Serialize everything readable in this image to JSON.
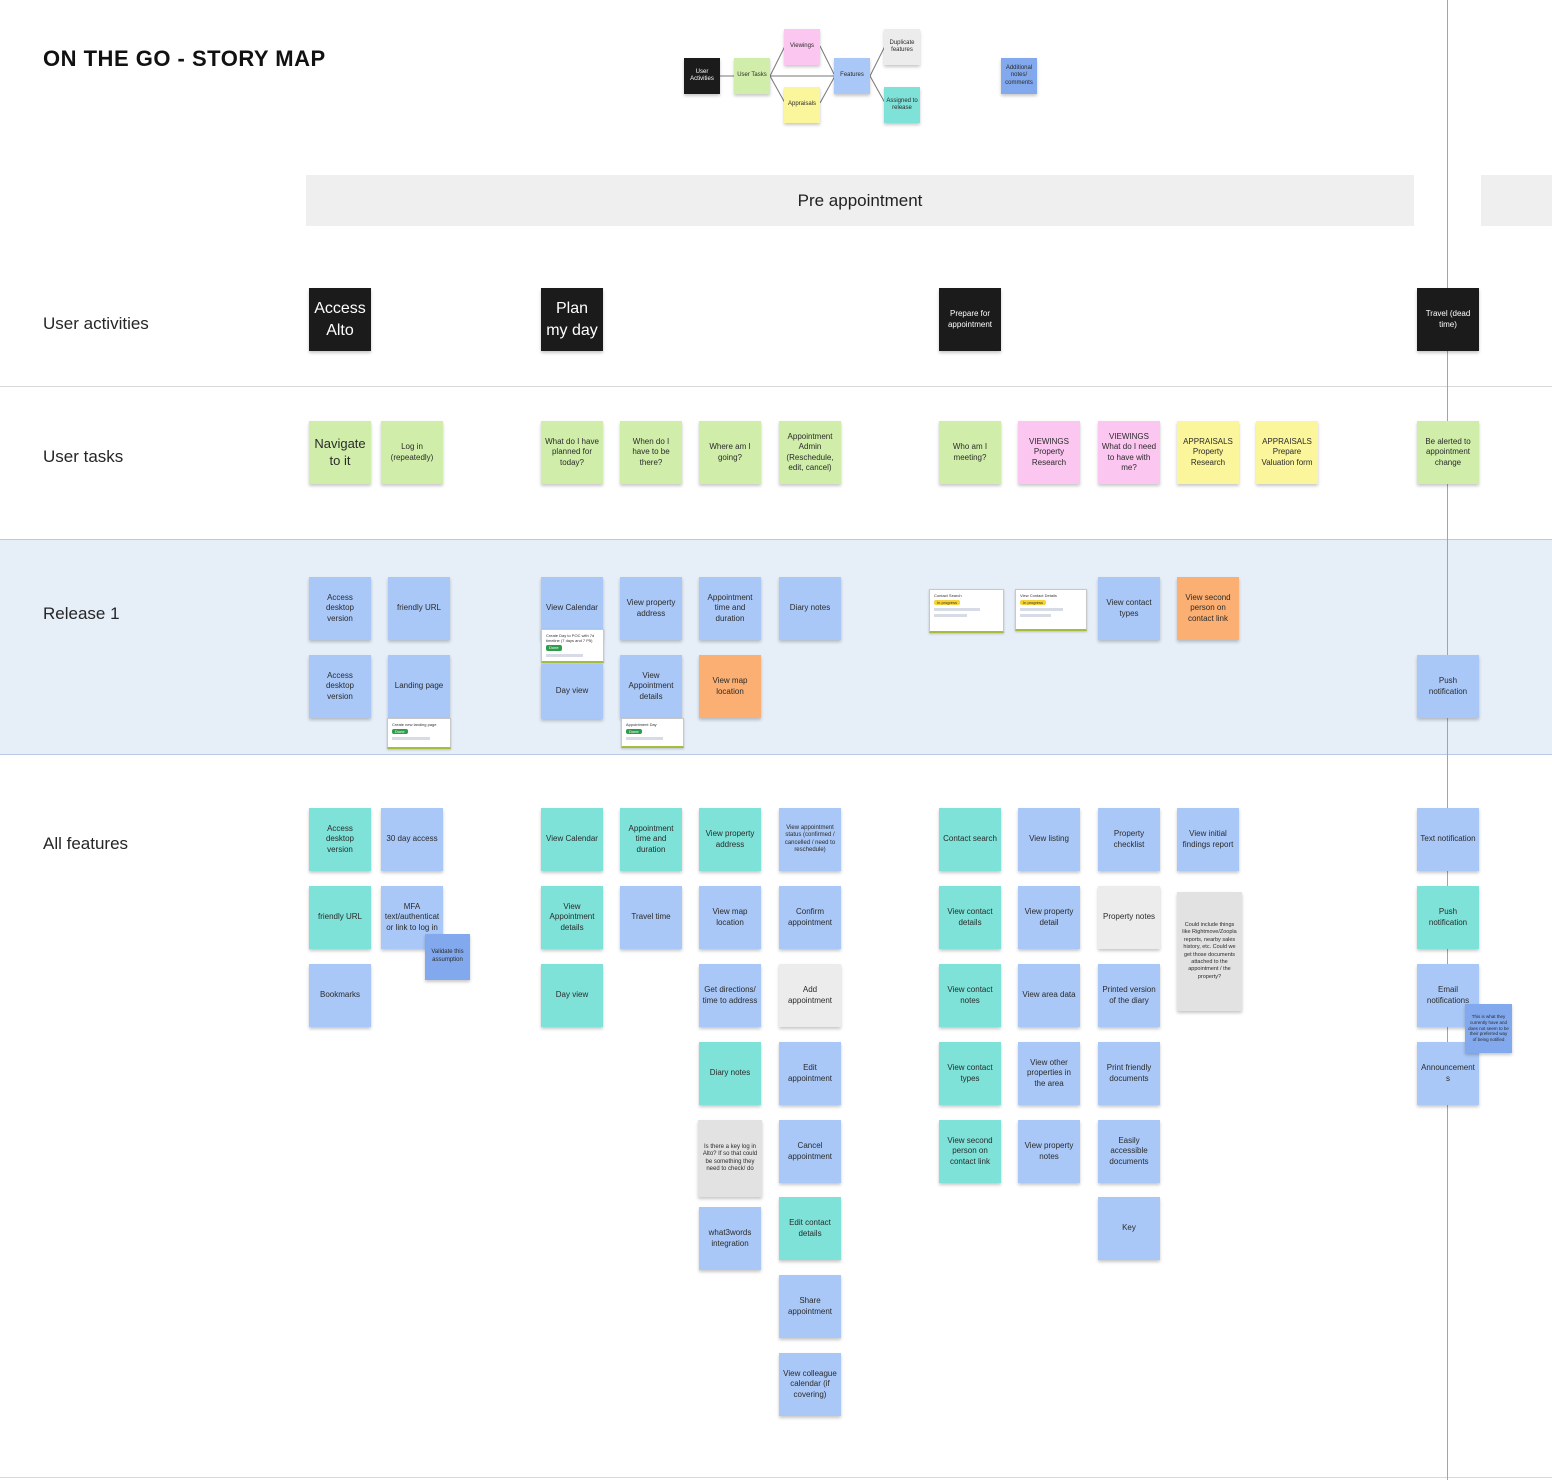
{
  "title": "ON THE GO - STORY MAP",
  "legend": {
    "user_activities": "User Activities",
    "user_tasks": "User Tasks",
    "viewings": "Viewings",
    "appraisals": "Appraisals",
    "features": "Features",
    "duplicate_features": "Duplicate features",
    "assigned_to_release": "Assigned to release",
    "additional_notes": "Additional notes/ comments"
  },
  "phases": {
    "pre_appointment": "Pre appointment"
  },
  "rows": {
    "user_activities": "User activities",
    "user_tasks": "User tasks",
    "release_1": "Release 1",
    "all_features": "All features"
  },
  "activities": {
    "access_alto": "Access Alto",
    "plan_my_day": "Plan my day",
    "prepare_for_appointment": "Prepare for appointment",
    "travel": "Travel (dead time)"
  },
  "tasks": {
    "navigate_to_it": "Navigate to it",
    "log_in": "Log in (repeatedly)",
    "what_planned": "What do I have planned for today?",
    "when_there": "When do I have to be there?",
    "where_going": "Where am I going?",
    "appointment_admin": "Appointment Admin (Reschedule, edit, cancel)",
    "who_meeting": "Who am I meeting?",
    "viewings_research": "VIEWINGS Property Research",
    "viewings_need": "VIEWINGS What do I need to have with me?",
    "appraisals_research": "APPRAISALS Property Research",
    "appraisals_form": "APPRAISALS Prepare Valuation form",
    "be_alerted": "Be alerted to appointment change"
  },
  "release1": {
    "access_desktop_1": "Access desktop version",
    "friendly_url": "friendly URL",
    "access_desktop_2": "Access desktop version",
    "landing_page": "Landing page",
    "view_calendar": "View Calendar",
    "day_view": "Day view",
    "view_property_address": "View property address",
    "view_appointment_details": "View Appointment details",
    "appointment_time_duration": "Appointment time and duration",
    "view_map_location": "View map location",
    "diary_notes": "Diary notes",
    "view_contact_types": "View contact types",
    "view_second_person": "View second person on contact link",
    "push_notification": "Push notification"
  },
  "cards": {
    "contact_search": "Contact Search",
    "view_contact_details": "View Contact Details",
    "in_progress": "In progress",
    "create_landing": "Create new landing page",
    "create_day": "Create Day to POC with 7d timeline (7 days and 7 P5)",
    "appointment_day": "Appointment Day",
    "done": "Done"
  },
  "features": {
    "access_desktop": "Access desktop version",
    "thirty_day": "30 day access",
    "friendly_url": "friendly URL",
    "mfa": "MFA text/authenticator link to log in",
    "validate": "Validate this assumption",
    "bookmarks": "Bookmarks",
    "view_calendar": "View Calendar",
    "view_appointment_details": "View Appointment details",
    "day_view": "Day view",
    "appointment_time_duration": "Appointment time and duration",
    "travel_time": "Travel time",
    "view_property_address": "View property address",
    "view_map_location": "View map location",
    "get_directions": "Get directions/ time to address",
    "diary_notes": "Diary notes",
    "key_log": "Is there a key log in Alto? If so that could be something they need to check/ do",
    "what3words": "what3words integration",
    "view_status": "View appointment status (confirmed / cancelled / need to reschedule)",
    "confirm_appointment": "Confirm appointment",
    "add_appointment": "Add appointment",
    "edit_appointment": "Edit appointment",
    "cancel_appointment": "Cancel appointment",
    "edit_contact_details": "Edit contact details",
    "share_appointment": "Share appointment",
    "view_colleague_calendar": "View colleague calendar (if covering)",
    "contact_search": "Contact search",
    "view_contact_details": "View contact details",
    "view_contact_notes": "View contact notes",
    "view_contact_types": "View contact types",
    "view_second_person": "View second person on contact link",
    "view_listing": "View listing",
    "view_property_detail": "View property detail",
    "view_area_data": "View area data",
    "view_other_properties": "View other properties in the area",
    "view_property_notes": "View property notes",
    "property_checklist": "Property checklist",
    "property_notes": "Property notes",
    "printed_diary": "Printed version of the diary",
    "print_friendly": "Print friendly documents",
    "easily_accessible": "Easily accessible documents",
    "key": "Key",
    "view_initial_findings": "View initial findings report",
    "could_include": "Could include things like Rightmove/Zoopla reports, nearby sales history, etc. Could we get those documents attached to the appointment / the property?",
    "text_notification": "Text notification",
    "push_notification": "Push notification",
    "email_notifications": "Email notifications",
    "this_is_what": "This is what they currently have and does not seem to be their preferred way of being notified",
    "announcements": "Announcements"
  }
}
